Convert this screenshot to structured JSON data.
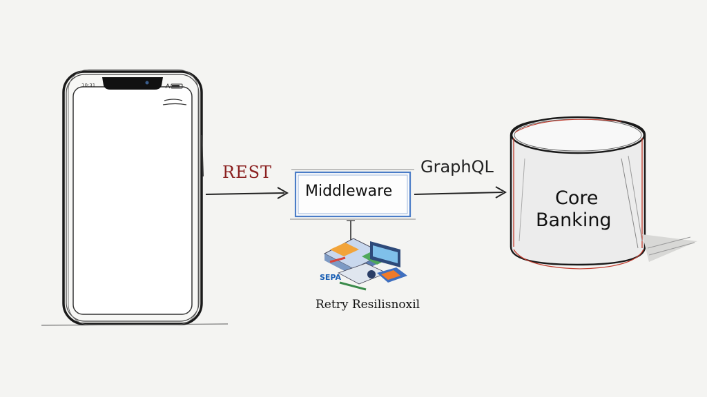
{
  "phone": {
    "status_time": "10:31"
  },
  "arrows": {
    "left_label": "REST",
    "right_label": "GraphQL"
  },
  "middleware": {
    "label": "Middleware"
  },
  "core": {
    "line1": "Core",
    "line2": "Banking"
  },
  "illustration": {
    "badge": "SEPA"
  },
  "caption": "Retry Resilisnoxil",
  "colors": {
    "background": "#f4f4f2",
    "ink": "#1a1a1a",
    "rest_red": "#8a1f1f",
    "middleware_blue": "#4a7cc7",
    "cylinder_red": "#c0392b",
    "sepa_blue": "#1a5fb4"
  }
}
